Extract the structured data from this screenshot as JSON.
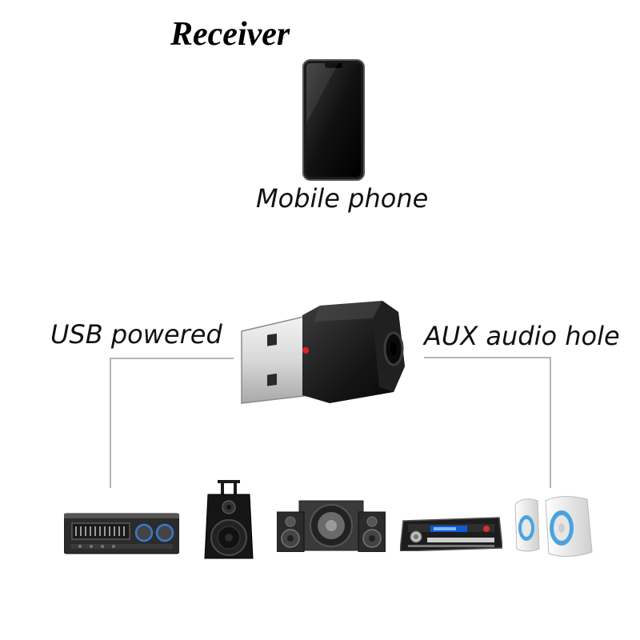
{
  "title": "Receiver",
  "labels": {
    "phone": "Mobile phone",
    "usb": "USB powered",
    "aux": "AUX audio hole"
  },
  "devices": [
    {
      "icon": "amplifier-icon"
    },
    {
      "icon": "trolley-speaker-icon"
    },
    {
      "icon": "speaker-system-icon"
    },
    {
      "icon": "car-radio-icon"
    },
    {
      "icon": "desktop-speakers-icon"
    }
  ],
  "colors": {
    "line": "#b5b5b5",
    "led": "#e0202a",
    "accent_blue": "#4aa3df"
  }
}
